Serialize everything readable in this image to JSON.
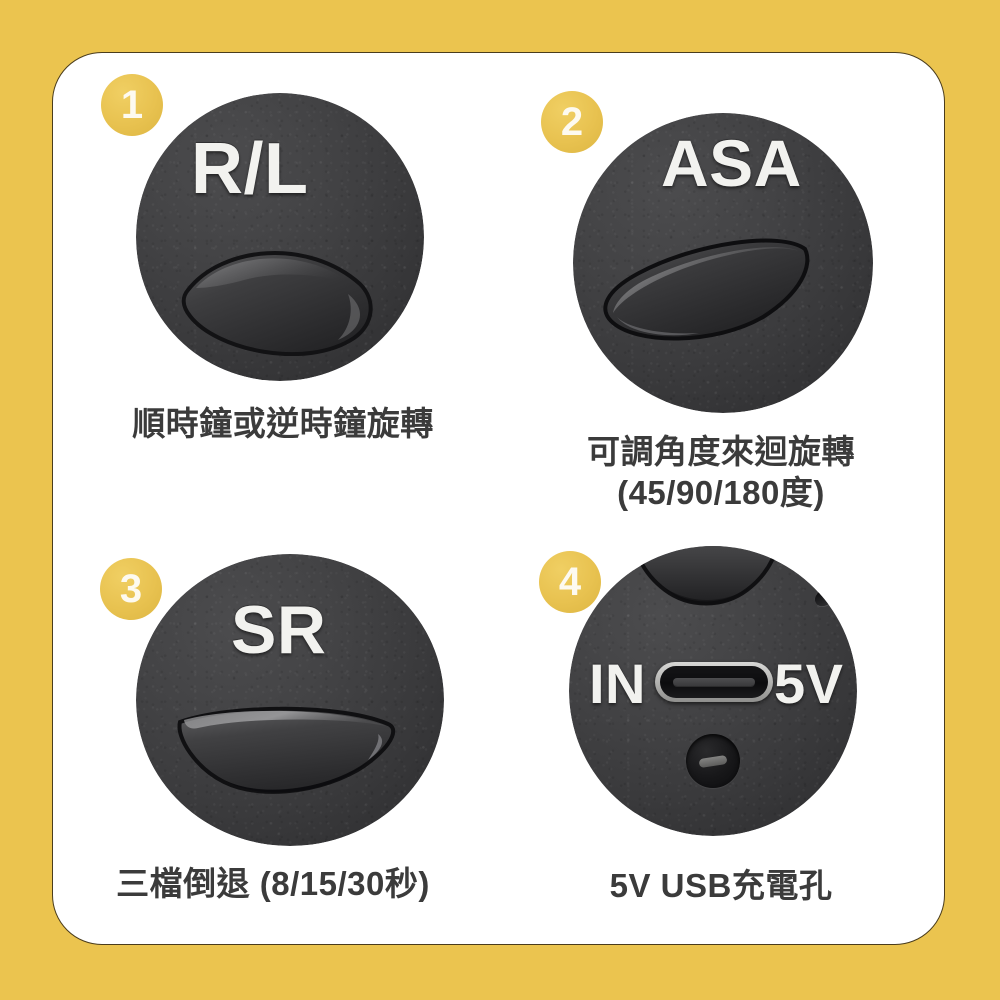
{
  "theme": {
    "border_color": "#EBC44F",
    "card_color": "#FFFFFF",
    "badge_color": "#E8C250",
    "caption_color": "#3B3B3B",
    "plastic_color": "#3A3A3C",
    "engraved_label_color": "#F2F2EF"
  },
  "features": [
    {
      "badge": "1",
      "engraved_label": "R/L",
      "control_type": "rocker-switch-diagonal",
      "caption_lines": [
        "順時鐘或逆時鐘旋轉"
      ]
    },
    {
      "badge": "2",
      "engraved_label": "ASA",
      "control_type": "rocker-switch-diagonal",
      "caption_lines": [
        "可調角度來迴旋轉",
        "(45/90/180度)"
      ]
    },
    {
      "badge": "3",
      "engraved_label": "SR",
      "control_type": "rocker-switch-wide",
      "caption_lines": [
        "三檔倒退 (8/15/30秒)"
      ]
    },
    {
      "badge": "4",
      "engraved_label_left": "IN",
      "engraved_label_right": "5V",
      "control_type": "usb-c-port",
      "caption_lines": [
        "5V USB充電孔"
      ]
    }
  ]
}
